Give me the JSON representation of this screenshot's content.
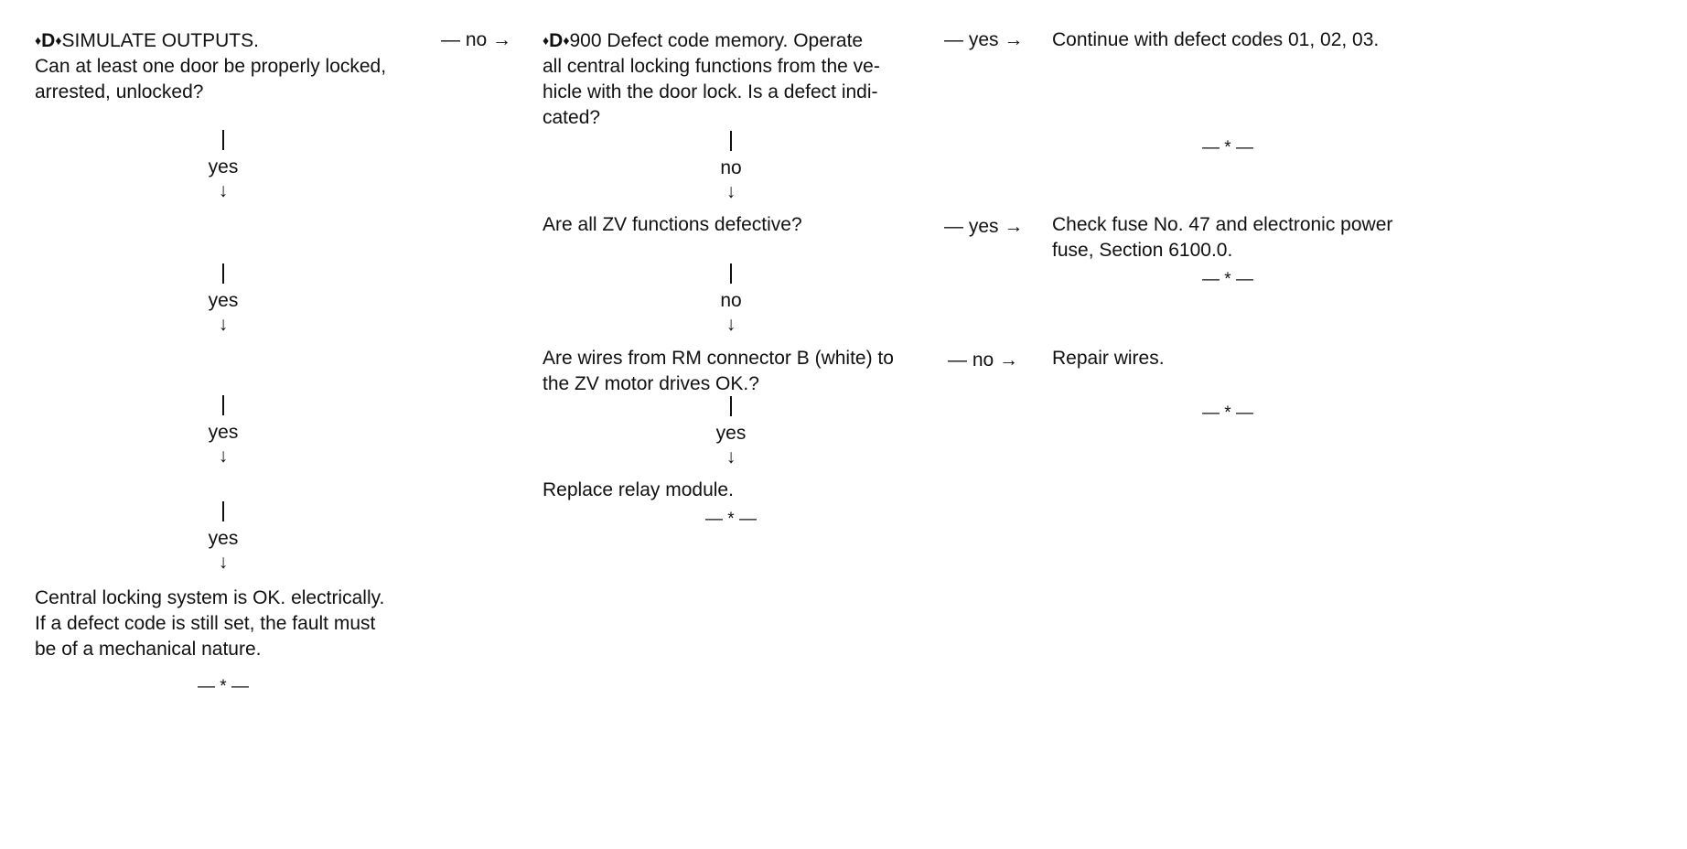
{
  "column1": {
    "start": {
      "diamond_prefix": "♦",
      "step_letter": "D",
      "diamond_suffix": "♦",
      "title": "SIMULATE OUTPUTS.",
      "lines": [
        "Can at least one door be properly locked,",
        "arrested, unlocked?"
      ]
    },
    "connectors": [
      {
        "label": "yes",
        "arrow": "↓"
      },
      {
        "label": "yes",
        "arrow": "↓"
      },
      {
        "label": "yes",
        "arrow": "↓"
      },
      {
        "label": "yes",
        "arrow": "↓"
      }
    ],
    "result": {
      "lines": [
        "Central locking system is OK. electrically.",
        "If a defect code is still set, the fault must",
        "be of a mechanical nature."
      ],
      "end_mark": "— * —"
    }
  },
  "links": {
    "start_to_900": "— no →",
    "900_to_codes": "— yes →",
    "zv_to_fuse": "— yes →",
    "wires_to_repair": "— no →"
  },
  "column2": {
    "defect_memory": {
      "diamond_prefix": "♦",
      "step_letter": "D",
      "diamond_suffix": "♦",
      "title": "900 Defect code memory. Operate",
      "lines": [
        "all central locking functions from the ve-",
        "hicle with the door lock. Is a defect indi-",
        "cated?"
      ]
    },
    "connector_1": {
      "label": "no",
      "arrow": "↓"
    },
    "zv_question": "Are all ZV functions defective?",
    "connector_2": {
      "label": "no",
      "arrow": "↓"
    },
    "wires_question": {
      "lines": [
        "Are wires from RM connector B (white) to",
        "the ZV motor drives OK.?"
      ]
    },
    "connector_3": {
      "label": "yes",
      "arrow": "↓"
    },
    "replace": "Replace relay module.",
    "end_mark": "— * —"
  },
  "column3": {
    "codes": {
      "text": "Continue with defect codes 01, 02, 03.",
      "end_mark": "— * —"
    },
    "fuse": {
      "lines": [
        "Check fuse No. 47 and electronic power",
        "fuse, Section 6100.0."
      ],
      "end_mark": "— * —"
    },
    "repair": {
      "text": "Repair wires.",
      "end_mark": "— * —"
    }
  }
}
